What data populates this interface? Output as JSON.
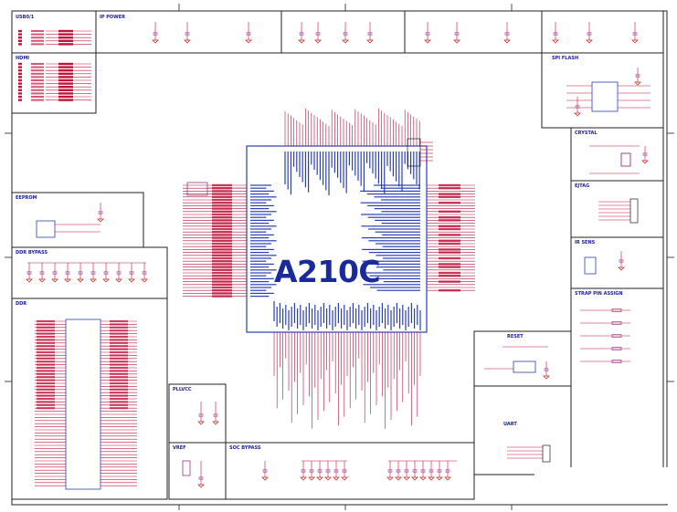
{
  "chip": {
    "name": "A210C"
  },
  "sections": [
    {
      "key": "usb",
      "title": "USB0/1"
    },
    {
      "key": "hdmi",
      "title": "HDMI"
    },
    {
      "key": "ip_power",
      "title": "IP POWER"
    },
    {
      "key": "spi_flash",
      "title": "SPI FLASH"
    },
    {
      "key": "crystal",
      "title": "CRYSTAL"
    },
    {
      "key": "jtag",
      "title": "EJTAG"
    },
    {
      "key": "ir_sens",
      "title": "IR SENS"
    },
    {
      "key": "strap",
      "title": "STRAP PIN ASSIGN"
    },
    {
      "key": "eeprom",
      "title": "EEPROM"
    },
    {
      "key": "ddr_bypass",
      "title": "DDR BYPASS"
    },
    {
      "key": "ddr",
      "title": "DDR"
    },
    {
      "key": "pllvcc",
      "title": "PLLVCC"
    },
    {
      "key": "vref",
      "title": "VREF"
    },
    {
      "key": "soc_bypass",
      "title": "SOC BYPASS"
    },
    {
      "key": "reset",
      "title": "RESET"
    },
    {
      "key": "uart",
      "title": "UART"
    }
  ],
  "colors": {
    "wire": "#c0143c",
    "pin": "#8a1a7a",
    "body": "#2a3fb4",
    "border": "#202020",
    "label": "#1a1aa0",
    "power": "#d01818"
  }
}
